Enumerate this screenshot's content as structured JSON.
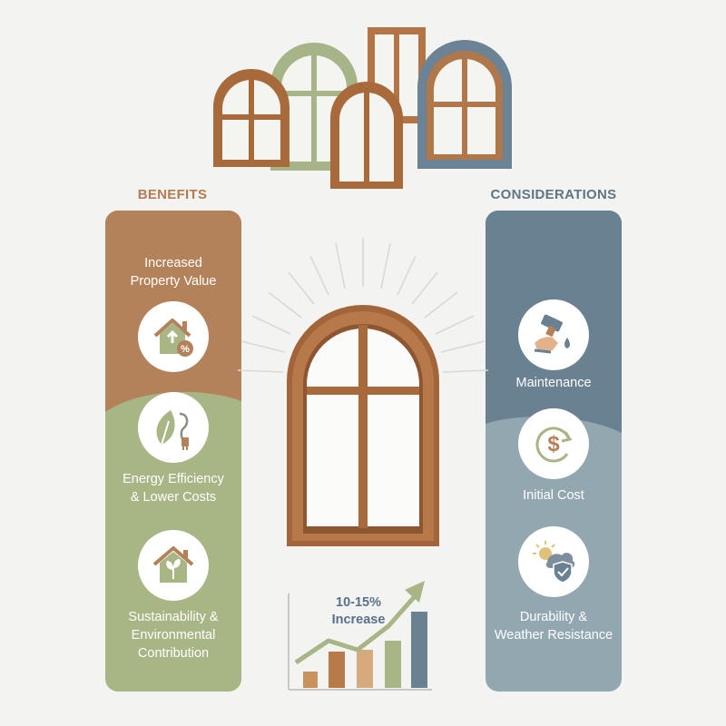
{
  "benefits": {
    "title": "BENEFITS",
    "items": [
      {
        "label": "Increased\nProperty Value",
        "icon": "house-value-icon"
      },
      {
        "label": "Energy Efficiency\n& Lower Costs",
        "icon": "leaf-plug-icon"
      },
      {
        "label": "Sustainability &\nEnvironmental\nContribution",
        "icon": "eco-house-icon"
      }
    ]
  },
  "considerations": {
    "title": "CONSIDERATIONS",
    "items": [
      {
        "label": "Maintenance",
        "icon": "paint-brush-icon"
      },
      {
        "label": "Initial Cost",
        "icon": "dollar-cycle-icon"
      },
      {
        "label": "Durability &\nWeather Resistance",
        "icon": "weather-shield-icon"
      }
    ]
  },
  "chart": {
    "label": "10-15%\nIncrease"
  },
  "colors": {
    "brown": "#b4825a",
    "green": "#a8b585",
    "slate": "#6a8191",
    "slate_light": "#93a7b1",
    "wood": "#a86a3c"
  }
}
